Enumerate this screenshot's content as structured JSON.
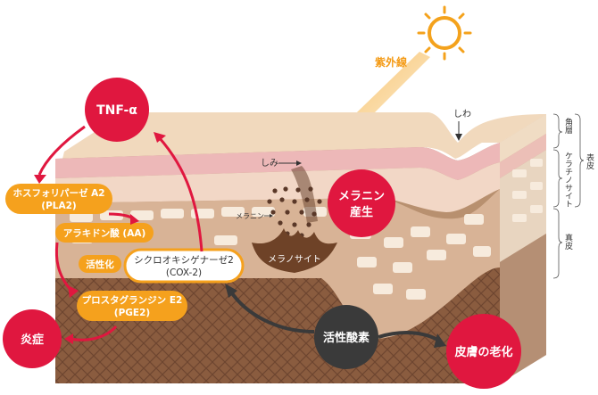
{
  "labels": {
    "uv": "紫外線",
    "wrinkle": "しわ",
    "spot": "しみ",
    "melanin_small": "メラニン",
    "melanocyte": "メラノサイト",
    "tnf": "TNF-α",
    "pla2_line1": "ホスフォリパーゼ A2",
    "pla2_line2": "(PLA2)",
    "aa": "アラキドン酸 (AA)",
    "activation": "活性化",
    "cox_line1": "シクロオキシゲナーゼ2",
    "cox_line2": "(COX-2)",
    "pge_line1": "プロスタグランジン E2",
    "pge_line2": "(PGE2)",
    "melanin_production_1": "メラニン",
    "melanin_production_2": "産生",
    "inflammation": "炎症",
    "ros": "活性酸素",
    "aging": "皮膚の老化",
    "stratum_corneum": "角層",
    "keratinocyte": "ケラチノサイト",
    "epidermis": "表皮",
    "dermis": "真皮"
  },
  "colors": {
    "red": "#E0173F",
    "orange": "#F5A11D",
    "dark": "#3A3A3A",
    "skin_top": "#F1D9BD",
    "pink_layer": "#EDB8B8",
    "dermis": "#C9A688",
    "deep": "#8A5C3F"
  }
}
